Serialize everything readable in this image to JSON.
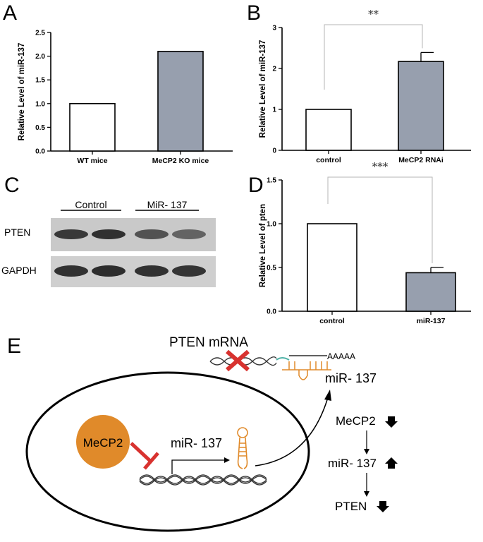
{
  "panels": {
    "a": "A",
    "b": "B",
    "c": "C",
    "d": "D",
    "e": "E"
  },
  "chart_data": [
    {
      "panel": "A",
      "type": "bar",
      "categories": [
        "WT mice",
        "MeCP2 KO mice"
      ],
      "values": [
        1.0,
        2.1
      ],
      "colors": [
        "#ffffff",
        "#979fae"
      ],
      "ylabel": "Relative Level of miR-137",
      "ylim": [
        0,
        2.5
      ],
      "yticks": [
        0.0,
        0.5,
        1.0,
        1.5,
        2.0,
        2.5
      ],
      "yticklabels": [
        "0.0",
        "0.5",
        "1.0",
        "1.5",
        "2.0",
        "2.5"
      ],
      "errors": [
        null,
        null
      ],
      "significance": ""
    },
    {
      "panel": "B",
      "type": "bar",
      "categories": [
        "control",
        "MeCP2 RNAi"
      ],
      "values": [
        1.0,
        2.17
      ],
      "colors": [
        "#ffffff",
        "#979fae"
      ],
      "ylabel": "Relative Level of miR-137",
      "ylim": [
        0,
        3
      ],
      "yticks": [
        0,
        1,
        2,
        3
      ],
      "yticklabels": [
        "0",
        "1",
        "2",
        "3"
      ],
      "errors": [
        null,
        0.22
      ],
      "significance": "**"
    },
    {
      "panel": "D",
      "type": "bar",
      "categories": [
        "control",
        "miR-137"
      ],
      "values": [
        1.0,
        0.44
      ],
      "colors": [
        "#ffffff",
        "#979fae"
      ],
      "ylabel": "Relative Level of pten",
      "ylim": [
        0,
        1.5
      ],
      "yticks": [
        0.0,
        0.5,
        1.0,
        1.5
      ],
      "yticklabels": [
        "0.0",
        "0.5",
        "1.0",
        "1.5"
      ],
      "errors": [
        null,
        0.06
      ],
      "significance": "***"
    }
  ],
  "blot": {
    "group1": "Control",
    "group2": "MiR- 137",
    "row1": "PTEN",
    "row2": "GAPDH",
    "pten_band_intensity": [
      0.85,
      0.9,
      0.7,
      0.6
    ],
    "gapdh_band_intensity": [
      0.9,
      0.92,
      0.9,
      0.88
    ]
  },
  "diagram": {
    "pten_mrna": "PTEN mRNA",
    "polya": "AAAAA",
    "mirna_top": "miR- 137",
    "mecp2_circle": "MeCP2",
    "mirna_gene": "miR- 137",
    "cascade_1": "MeCP2",
    "cascade_2": "miR- 137",
    "cascade_3": "PTEN",
    "arrow_down_1": "down",
    "arrow_up_2": "up",
    "arrow_down_3": "down",
    "accent_orange": "#e08a2a",
    "inhibit_red": "#d8322f"
  }
}
